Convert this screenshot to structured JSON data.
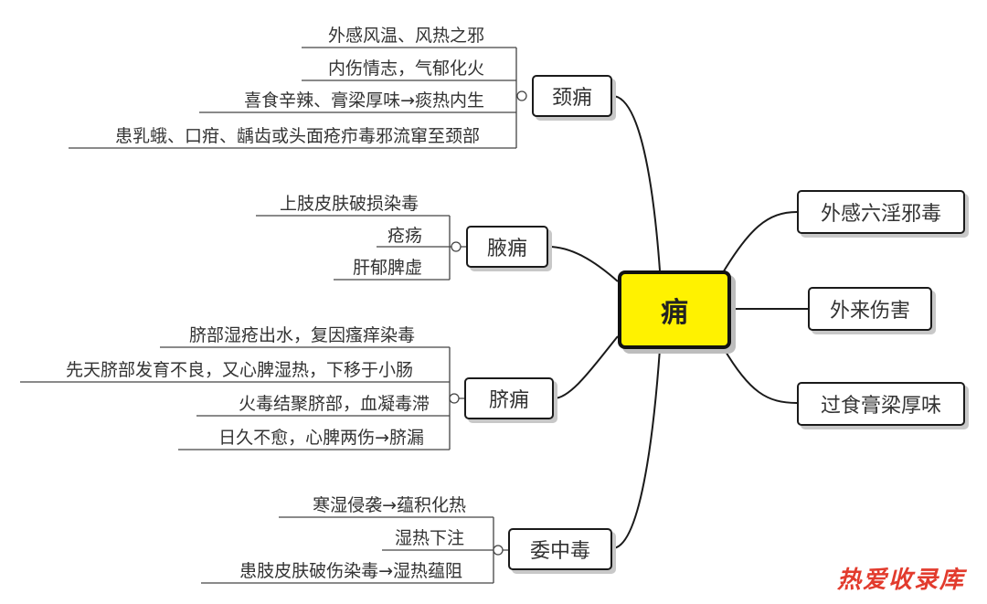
{
  "center": "痈",
  "right_nodes": [
    "外感六淫邪毒",
    "外来伤害",
    "过食膏梁厚味"
  ],
  "branches": [
    {
      "label": "颈痈",
      "leaves": [
        "外感风温、风热之邪",
        "内伤情志，气郁化火",
        "喜食辛辣、膏梁厚味→痰热内生",
        "患乳蛾、口疳、龋齿或头面疮疖毒邪流窜至颈部"
      ]
    },
    {
      "label": "腋痈",
      "leaves": [
        "上肢皮肤破损染毒",
        "疮疡",
        "肝郁脾虚"
      ]
    },
    {
      "label": "脐痈",
      "leaves": [
        "脐部湿疮出水，复因瘙痒染毒",
        "先天脐部发育不良，又心脾湿热，下移于小肠",
        "火毒结聚脐部，血凝毒滞",
        "日久不愈，心脾两伤→脐漏"
      ]
    },
    {
      "label": "委中毒",
      "leaves": [
        "寒湿侵袭→蕴积化热",
        "湿热下注",
        "患肢皮肤破伤染毒→湿热蕴阻"
      ]
    }
  ],
  "watermark": "热爱收录库"
}
